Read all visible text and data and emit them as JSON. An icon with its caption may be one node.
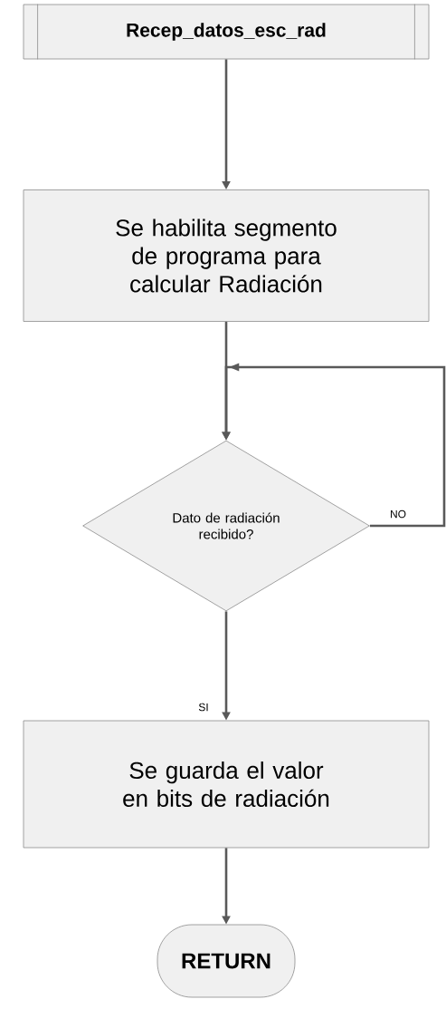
{
  "diagram": {
    "nodes": [
      {
        "text": [
          "Recep_datos_esc_rad"
        ]
      },
      {
        "text": [
          "Se habilita segmento de programa para calcular Radiación"
        ]
      },
      {
        "text": [
          "Dato de radiación recibido?"
        ]
      },
      {
        "text": [
          "Se guarda el valor en bits de radiación"
        ]
      },
      {
        "text": [
          "RETURN"
        ]
      }
    ],
    "edges": [
      {
        "from": 0,
        "to": 1,
        "arrow": "to"
      },
      {
        "from": 1,
        "to": 2,
        "arrow": "to"
      },
      {
        "from": 2,
        "to": 3,
        "arrow": "to",
        "label": "SI"
      },
      {
        "from": 2,
        "to": 2,
        "arrow": "to",
        "label": "NO"
      },
      {
        "from": 3,
        "to": 4,
        "arrow": "to"
      }
    ]
  }
}
